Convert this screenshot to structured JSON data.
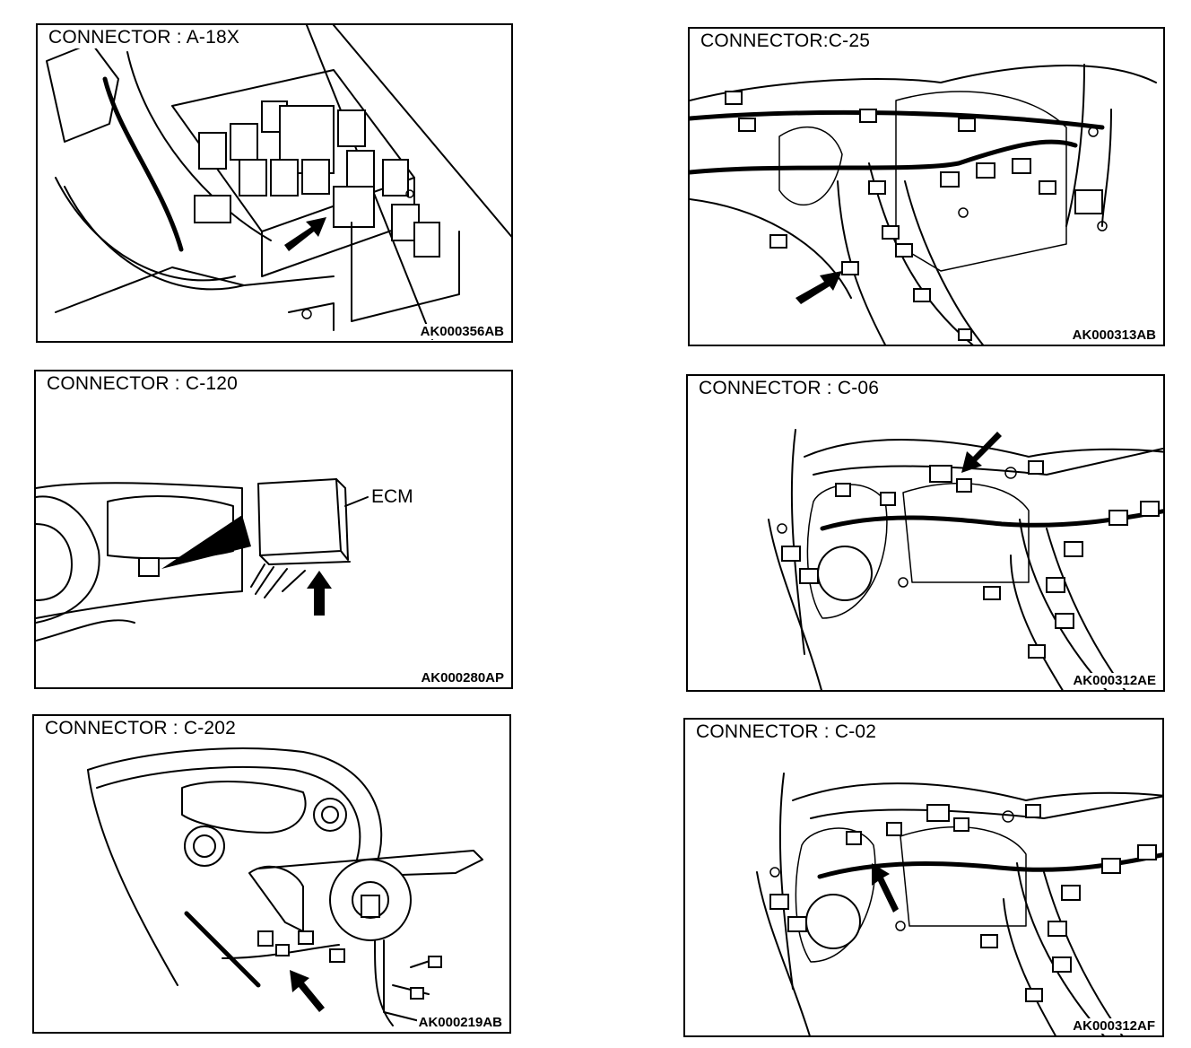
{
  "panels": [
    {
      "title": "CONNECTOR : A-18X",
      "code": "AK000356AB"
    },
    {
      "title": "CONNECTOR:C-25",
      "code": "AK000313AB"
    },
    {
      "title": "CONNECTOR : C-120",
      "code": "AK000280AP",
      "callout": "ECM"
    },
    {
      "title": "CONNECTOR : C-06",
      "code": "AK000312AE"
    },
    {
      "title": "CONNECTOR : C-202",
      "code": "AK000219AB"
    },
    {
      "title": "CONNECTOR : C-02",
      "code": "AK000312AF"
    }
  ]
}
